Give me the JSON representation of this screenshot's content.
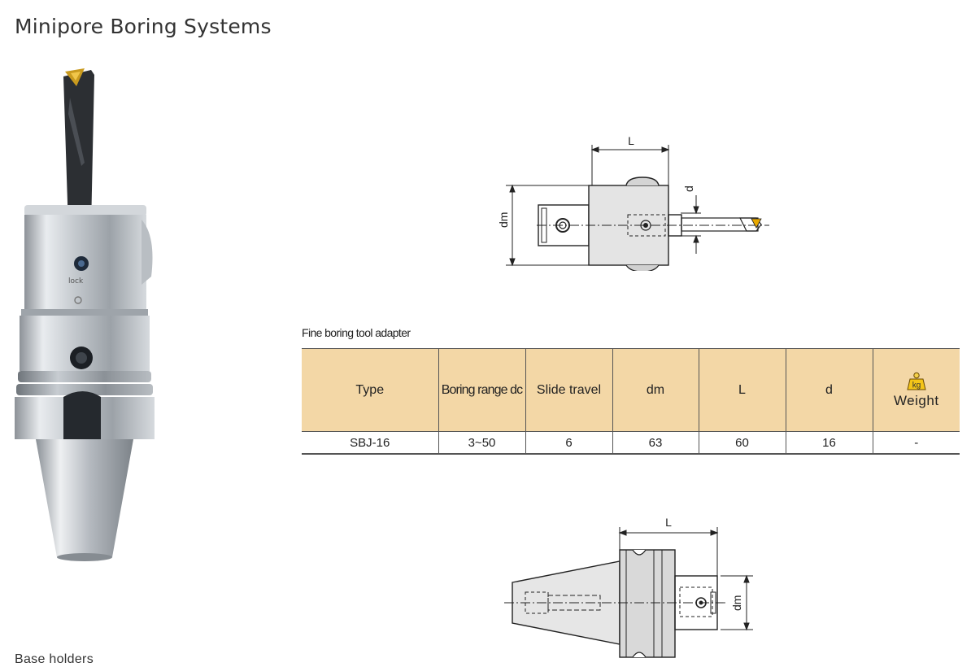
{
  "page": {
    "title": "Minipore Boring Systems",
    "footer_label": "Base holders"
  },
  "drawing_top": {
    "dim_length": "L",
    "dim_diameter": "dm",
    "dim_bar": "d"
  },
  "drawing_bottom": {
    "dim_length": "L",
    "dim_diameter": "dm"
  },
  "table": {
    "caption": "Fine boring tool adapter",
    "headers": {
      "type": "Type",
      "boring_range": "Boring range dc",
      "slide_travel": "Slide travel",
      "dm": "dm",
      "L": "L",
      "d": "d",
      "weight_icon_text": "kg",
      "weight": "Weight"
    },
    "rows": [
      {
        "type": "SBJ-16",
        "boring_range": "3~50",
        "slide_travel": "6",
        "dm": "63",
        "L": "60",
        "d": "16",
        "weight": "-"
      }
    ]
  },
  "colors": {
    "header_fill": "#f3d7a6",
    "insert_gold": "#e8a800"
  }
}
